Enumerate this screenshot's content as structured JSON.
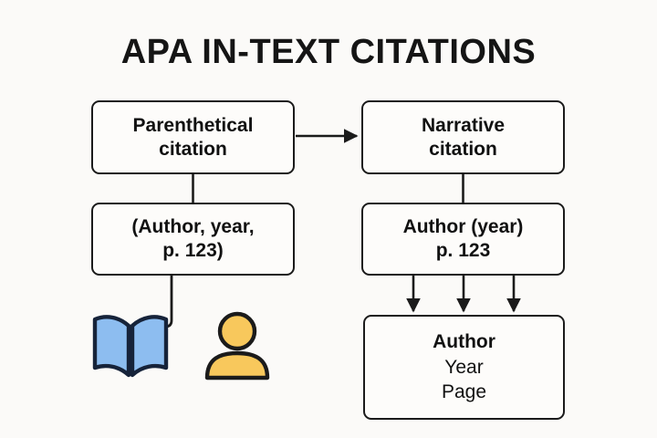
{
  "title": "APA IN-TEXT CITATIONS",
  "colors": {
    "background": "#fbfaf8",
    "stroke": "#1b1b1b",
    "text": "#111111",
    "book_fill": "#8dbdf0",
    "person_fill": "#f8c85c"
  },
  "nodes": {
    "parenthetical": {
      "line1": "Parenthetical",
      "line2": "citation"
    },
    "narrative": {
      "line1": "Narrative",
      "line2": "citation"
    },
    "parenthetical_format": {
      "line1": "(Author, year,",
      "line2": "p. 123)"
    },
    "narrative_format": {
      "line1": "Author (year)",
      "line2": "p. 123"
    },
    "components": {
      "line1": "Author",
      "line2": "Year",
      "line3": "Page"
    }
  },
  "icons": {
    "book": "open-book-icon",
    "person": "person-icon"
  },
  "connectors": [
    {
      "name": "parenthetical-to-narrative",
      "type": "arrow",
      "from": "parenthetical",
      "to": "narrative"
    },
    {
      "name": "parenthetical-to-format",
      "type": "line",
      "from": "parenthetical",
      "to": "parenthetical_format"
    },
    {
      "name": "narrative-to-format",
      "type": "line",
      "from": "narrative",
      "to": "narrative_format"
    },
    {
      "name": "parenthetical-format-to-book",
      "type": "line",
      "from": "parenthetical_format",
      "to": "book-icon"
    },
    {
      "name": "narrative-format-to-components-author",
      "type": "arrow",
      "from": "narrative_format",
      "to": "components"
    },
    {
      "name": "narrative-format-to-components-year",
      "type": "arrow",
      "from": "narrative_format",
      "to": "components"
    },
    {
      "name": "narrative-format-to-components-page",
      "type": "arrow",
      "from": "narrative_format",
      "to": "components"
    }
  ]
}
